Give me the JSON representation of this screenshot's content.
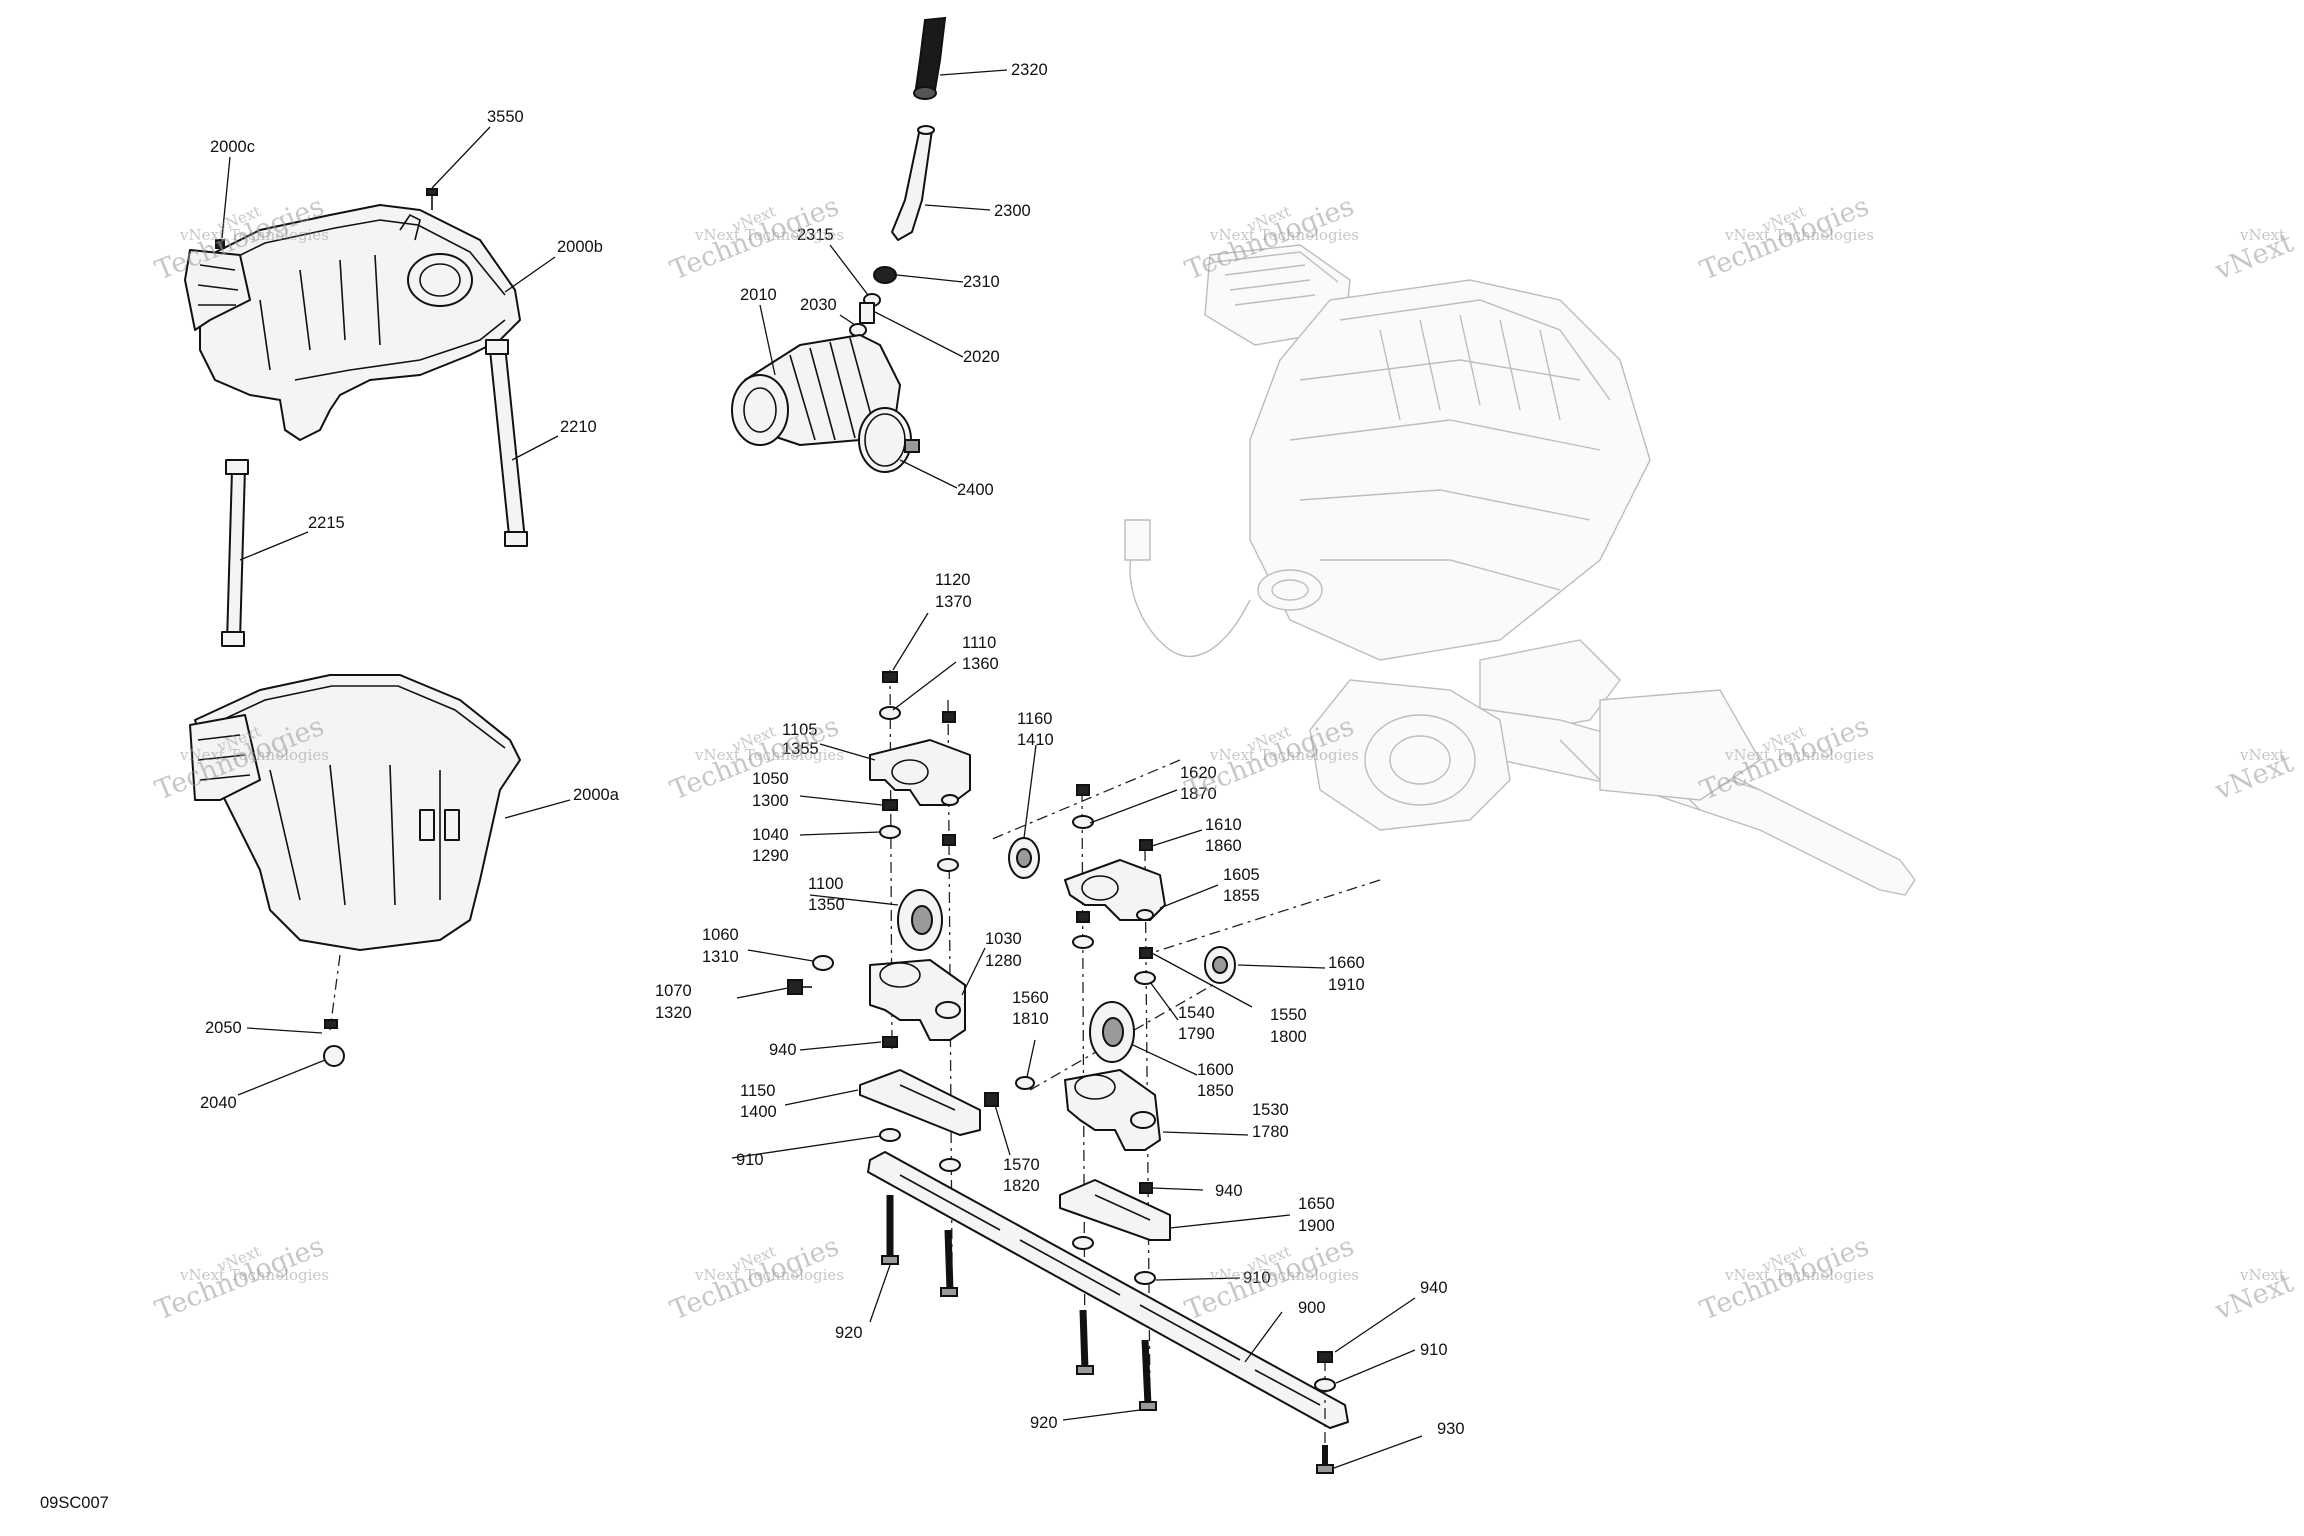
{
  "watermark": {
    "line1": "vNext Technologies",
    "line2": "Technologies",
    "prefix": "vNext"
  },
  "diagram_code": "09SC007",
  "callouts": {
    "c3550": "3550",
    "c2000c": "2000c",
    "c2000b": "2000b",
    "c2210": "2210",
    "c2215": "2215",
    "c2000a": "2000a",
    "c2050": "2050",
    "c2040": "2040",
    "c2320": "2320",
    "c2300": "2300",
    "c2315": "2315",
    "c2310": "2310",
    "c2010": "2010",
    "c2030": "2030",
    "c2020": "2020",
    "c2400": "2400",
    "c1120": "1120",
    "c1370": "1370",
    "c1110": "1110",
    "c1360": "1360",
    "c1105": "1105",
    "c1355": "1355",
    "c1050": "1050",
    "c1300": "1300",
    "c1040": "1040",
    "c1290": "1290",
    "c1100": "1100",
    "c1350": "1350",
    "c1060": "1060",
    "c1310": "1310",
    "c1070": "1070",
    "c1320": "1320",
    "c1030": "1030",
    "c1280": "1280",
    "c940a": "940",
    "c1150": "1150",
    "c1400": "1400",
    "c910a": "910",
    "c1160": "1160",
    "c1410": "1410",
    "c1620": "1620",
    "c1870": "1870",
    "c1610": "1610",
    "c1860": "1860",
    "c1605": "1605",
    "c1855": "1855",
    "c1660": "1660",
    "c1910": "1910",
    "c1560": "1560",
    "c1810": "1810",
    "c1540": "1540",
    "c1790": "1790",
    "c1550": "1550",
    "c1800": "1800",
    "c1600": "1600",
    "c1850": "1850",
    "c1530": "1530",
    "c1780": "1780",
    "c1570": "1570",
    "c1820": "1820",
    "c940b": "940",
    "c1650": "1650",
    "c1900": "1900",
    "c910b": "910",
    "c920a": "920",
    "c900": "900",
    "c940c": "940",
    "c910c": "910",
    "c920b": "920",
    "c930": "930"
  }
}
